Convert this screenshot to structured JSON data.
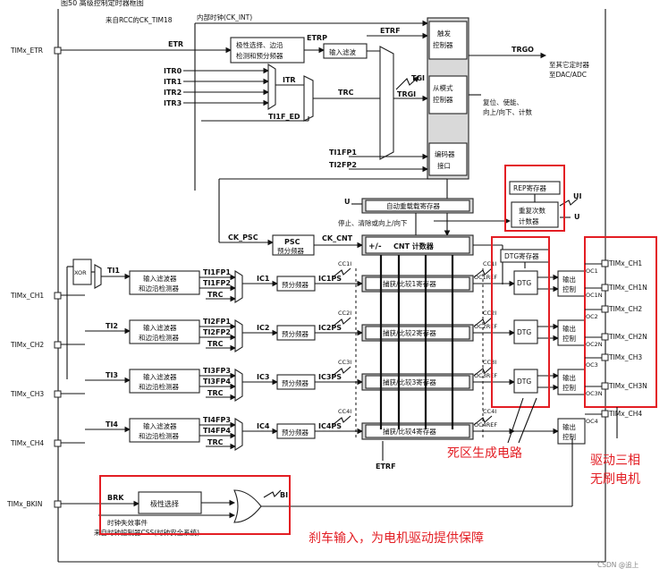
{
  "header": {
    "caption": "图50  高级控制定时器框图"
  },
  "clock": {
    "source": "来自RCC的CK_TIM18",
    "internal": "内部时钟(CK_INT)"
  },
  "pins": {
    "etr": "TIMx_ETR",
    "ch1": "TIMx_CH1",
    "ch2": "TIMx_CH2",
    "ch3": "TIMx_CH3",
    "ch4": "TIMx_CH4",
    "bkin": "TIMx_BKIN"
  },
  "out_pins": [
    "TIMx_CH1",
    "TIMx_CH1N",
    "TIMx_CH2",
    "TIMx_CH2N",
    "TIMx_CH3",
    "TIMx_CH3N",
    "TIMx_CH4"
  ],
  "out_tags": [
    "OC1",
    "OC1N",
    "OC2",
    "OC2N",
    "OC3",
    "OC3N",
    "OC4"
  ],
  "etr_path": {
    "etr": "ETR",
    "etrp": "ETRP",
    "etrf": "ETRF",
    "polarity": [
      "极性选择、边沿",
      "检测和预分频器"
    ],
    "filter": "输入滤波"
  },
  "itr": {
    "inputs": [
      "ITR0",
      "ITR1",
      "ITR2",
      "ITR3"
    ],
    "itr": "ITR",
    "trc": "TRC",
    "ti1f_ed": "TI1F_ED",
    "tgi": "TGI",
    "trgi": "TRGI"
  },
  "trigger": {
    "label": [
      "触发",
      "控制器"
    ],
    "trgo": "TRGO",
    "to_timers": [
      "至其它定时器",
      "至DAC/ADC"
    ]
  },
  "slave": {
    "label": [
      "从模式",
      "控制器"
    ],
    "note": [
      "复位、使能、",
      "向上/向下、计数"
    ]
  },
  "encoder": {
    "label": [
      "编码器",
      "接口"
    ],
    "ti1fp1": "TI1FP1",
    "ti2fp2": "TI2FP2"
  },
  "rep": {
    "reg": "REP寄存器",
    "counter": [
      "重复次数",
      "计数器"
    ],
    "ui": "UI",
    "u": "U"
  },
  "autoreload": {
    "label": "自动重载载寄存器",
    "note": "停止、清除或向上/向下",
    "u": "U"
  },
  "psc": {
    "ck_psc": "CK_PSC",
    "label": "PSC",
    "sub": "预分频器",
    "ck_cnt": "CK_CNT",
    "pm": "+/-",
    "cnt": "CNT 计数器"
  },
  "xor": "XOR",
  "channels": [
    {
      "ti": "TI1",
      "fp_a": "TI1FP1",
      "fp_b": "TI1FP2",
      "trc": "TRC",
      "ic": "IC1",
      "ps": "IC1PS",
      "cci": "CC1I",
      "cci2": "CC1I",
      "ref": "OC1REF",
      "reg": "捕获/比较1寄存器"
    },
    {
      "ti": "TI2",
      "fp_a": "TI2FP1",
      "fp_b": "TI2FP2",
      "trc": "TRC",
      "ic": "IC2",
      "ps": "IC2PS",
      "cci": "CC2I",
      "cci2": "CC2I",
      "ref": "OC2REF",
      "reg": "捕获/比较2寄存器"
    },
    {
      "ti": "TI3",
      "fp_a": "TI3FP3",
      "fp_b": "TI3FP4",
      "trc": "TRC",
      "ic": "IC3",
      "ps": "IC3PS",
      "cci": "CC3I",
      "cci2": "CC3I",
      "ref": "OC3REF",
      "reg": "捕获/比较3寄存器"
    },
    {
      "ti": "TI4",
      "fp_a": "TI4FP3",
      "fp_b": "TI4FP4",
      "trc": "TRC",
      "ic": "IC4",
      "ps": "IC4PS",
      "cci": "CC4I",
      "cci2": "CC4I",
      "ref": "OC4REF",
      "reg": "捕获/比较4寄存器"
    }
  ],
  "filter_label": [
    "输入滤波器",
    "和边沿检测器"
  ],
  "prescaler_label": "预分频器",
  "dtg": {
    "reg": "DTG寄存器",
    "label": "DTG"
  },
  "out_ctrl": [
    "输出",
    "控制"
  ],
  "etrf_bottom": "ETRF",
  "brake": {
    "brk": "BRK",
    "polarity": "极性选择",
    "bi": "BI",
    "clock_fail": "时钟失效事件",
    "clock_src": "来自时钟控制器CSS(时钟安全系统)"
  },
  "annotations": {
    "deadband": "死区生成电路",
    "motor": [
      "驱动三相",
      "无刷电机"
    ],
    "brake": "刹车输入，为电机驱动提供保障"
  },
  "watermark": "CSDN @追上",
  "colors": {
    "highlight": "#e31e24",
    "shade": "#d9d9d9"
  }
}
